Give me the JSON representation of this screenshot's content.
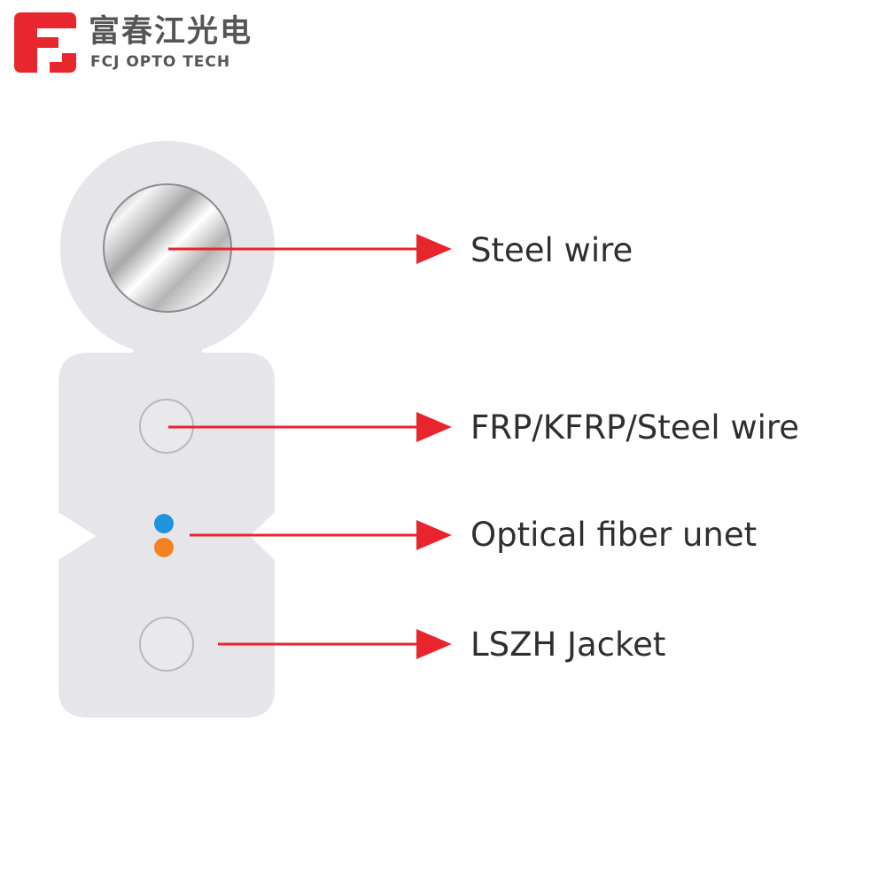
{
  "logo": {
    "chinese_name": "富春江光电",
    "english_name": "FCJ OPTO TECH",
    "brand_color": "#e8262d",
    "text_color": "#555555",
    "icon": "fcj-logo-icon"
  },
  "diagram": {
    "colors": {
      "jacket": "#e6e6ea",
      "arrow": "#e8242c",
      "fiber_top": "#1f93dc",
      "fiber_bottom": "#f58220",
      "member": "#e9e9ec"
    },
    "labels": [
      {
        "id": "steel-wire",
        "text": "Steel wire"
      },
      {
        "id": "frp",
        "text": "FRP/KFRP/Steel wire"
      },
      {
        "id": "optical-fiber",
        "text": "Optical fiber unet"
      },
      {
        "id": "lszh",
        "text": "LSZH Jacket"
      }
    ]
  }
}
